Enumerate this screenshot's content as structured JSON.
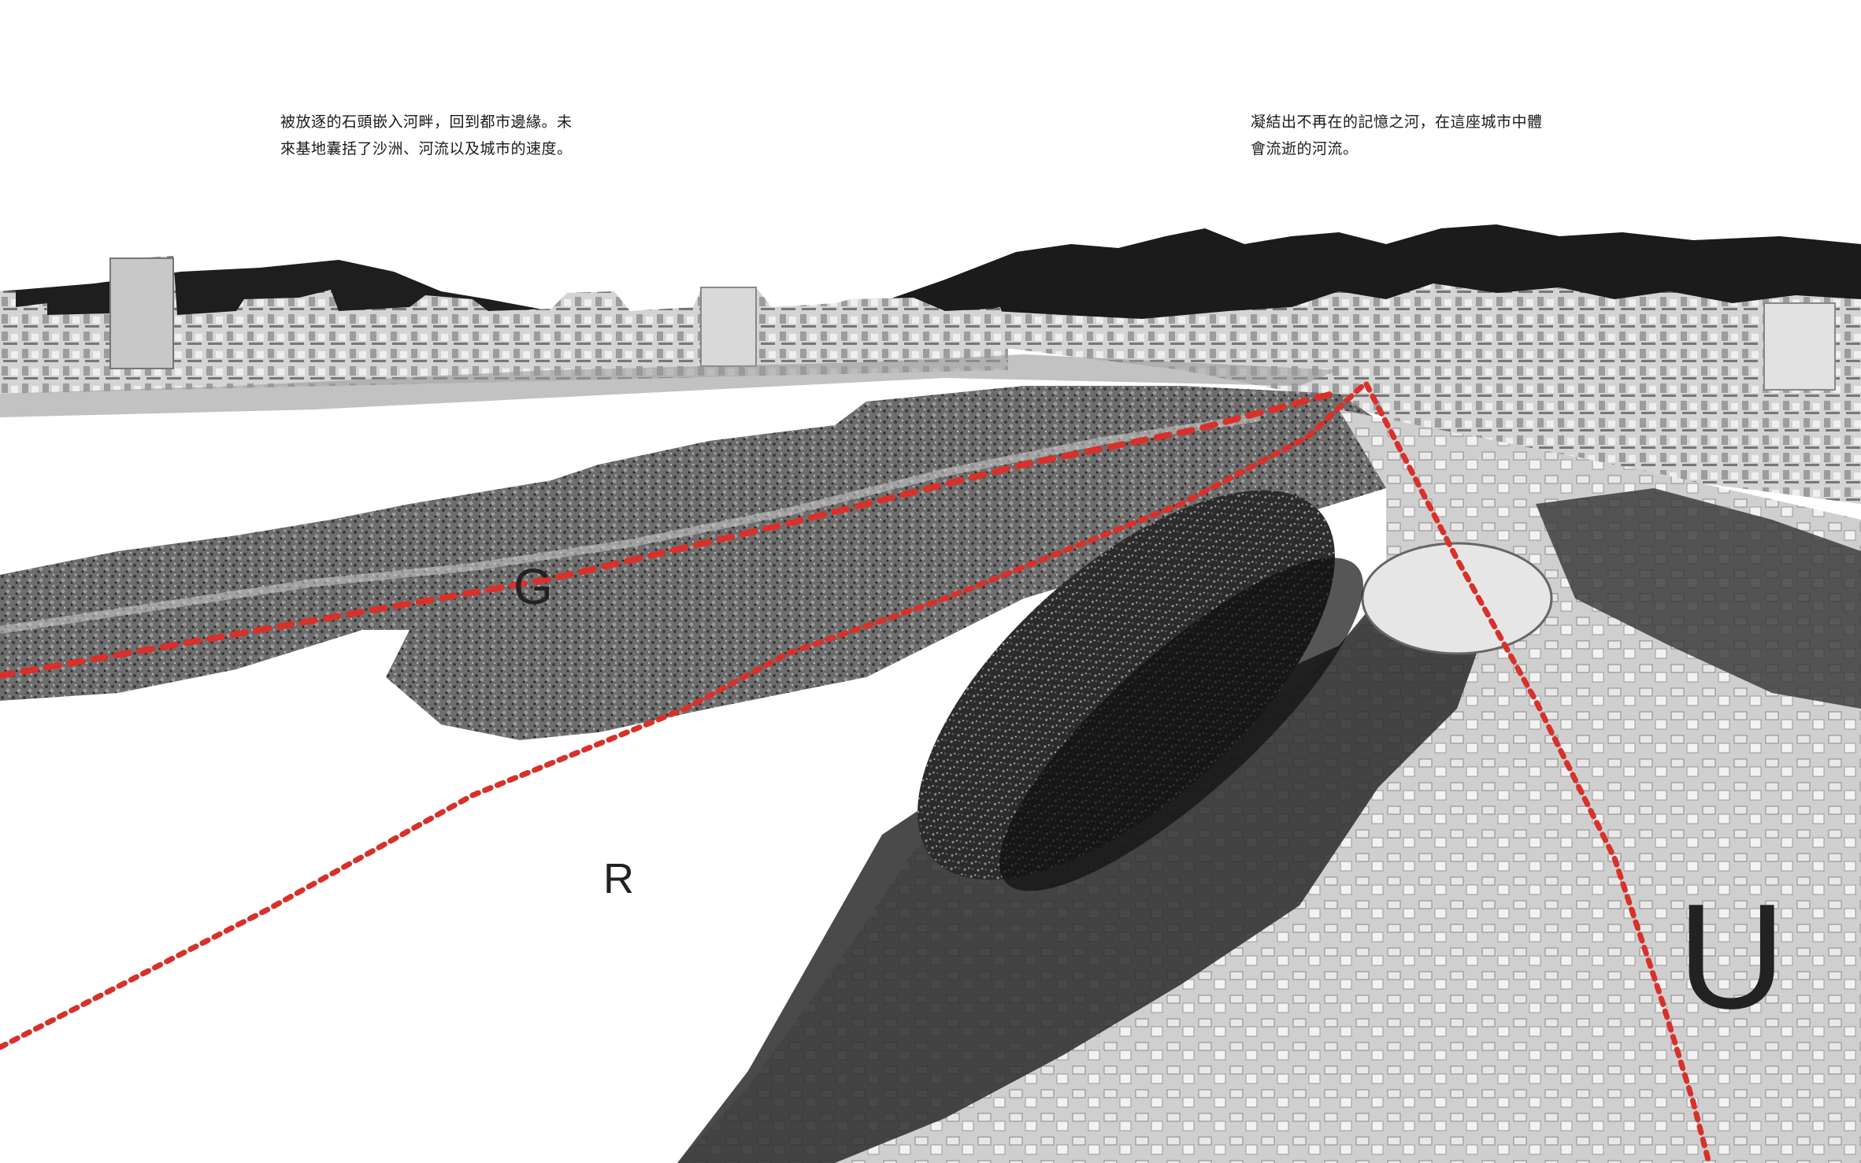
{
  "captions": {
    "left_line1": "被放逐的石頭嵌入河畔，回到都市邊緣。未",
    "left_line2": "來基地囊括了沙洲、河流以及城市的速度。",
    "right_line1": "凝結出不再在的記憶之河，在這座城市中體",
    "right_line2": "會流逝的河流。"
  },
  "markers": {
    "g": "G",
    "r": "R",
    "u": "U"
  },
  "colors": {
    "path_red": "#d9302a",
    "ink": "#1a1a1a"
  }
}
